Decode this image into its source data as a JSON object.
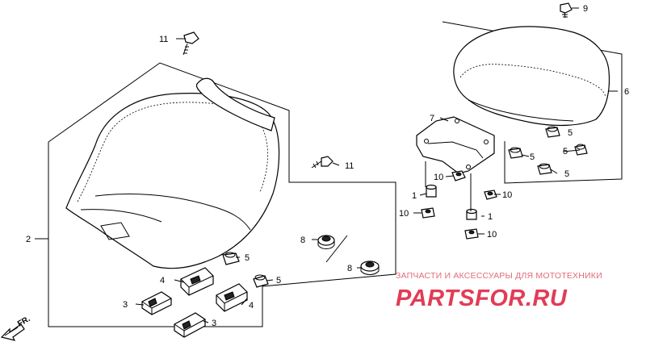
{
  "callouts": {
    "c1a": "1",
    "c1b": "1",
    "c2": "2",
    "c3a": "3",
    "c3b": "3",
    "c4a": "4",
    "c4b": "4",
    "c5a": "5",
    "c5b": "5",
    "c5c": "5",
    "c5d": "5",
    "c5e": "5",
    "c5f": "5",
    "c6": "6",
    "c7": "7",
    "c8a": "8",
    "c8b": "8",
    "c9": "9",
    "c10a": "10",
    "c10b": "10",
    "c10c": "10",
    "c10d": "10",
    "c11a": "11",
    "c11b": "11"
  },
  "direction_label": "FR.",
  "watermark": {
    "tagline": "ЗАПЧАСТИ И АКСЕССУАРЫ ДЛЯ МОТОТЕХНИКИ",
    "brand": "PARTSFOR.RU"
  }
}
